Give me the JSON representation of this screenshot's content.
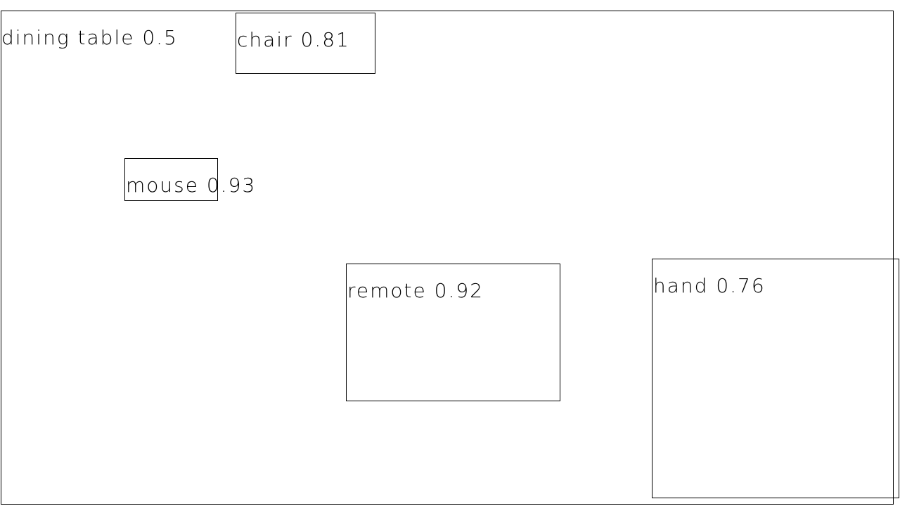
{
  "detections": [
    {
      "label": "dining table",
      "score": "0.5",
      "caption": "dining table 0.5"
    },
    {
      "label": "chair",
      "score": "0.81",
      "caption": "chair 0.81"
    },
    {
      "label": "mouse",
      "score": "0.93",
      "caption": "mouse 0.93"
    },
    {
      "label": "remote",
      "score": "0.92",
      "caption": "remote 0.92"
    },
    {
      "label": "hand",
      "score": "0.76",
      "caption": "hand 0.76"
    }
  ],
  "colors": {
    "background": "#ffffff",
    "box_stroke": "#000000",
    "label_text": "#000000"
  }
}
